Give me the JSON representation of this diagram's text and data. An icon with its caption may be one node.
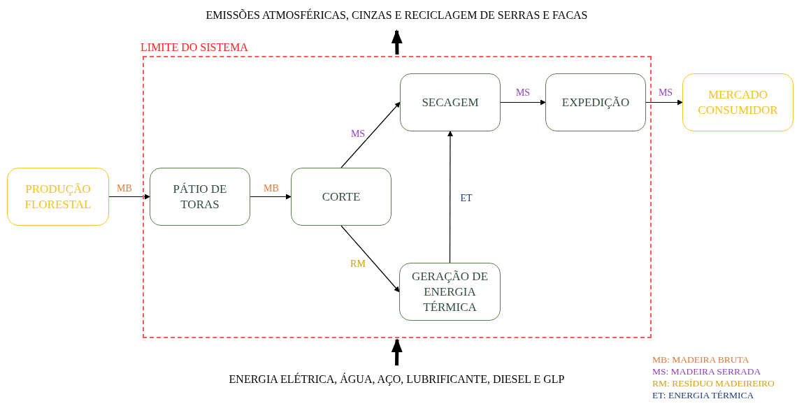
{
  "diagram": {
    "nodes": [
      {
        "text": [
          "EMISSÕES ATMOSFÉRICAS, CINZAS E RECICLAGEM DE SERRAS E FACAS"
        ]
      },
      {
        "text": [
          "LIMITE DO SISTEMA"
        ]
      },
      {
        "text": [
          "PRODUÇÃO FLORESTAL"
        ]
      },
      {
        "text": [
          "PÁTIO DE TORAS"
        ],
        "in": 1
      },
      {
        "text": [
          "CORTE"
        ],
        "in": 1
      },
      {
        "text": [
          "SECAGEM"
        ],
        "in": 1
      },
      {
        "text": [
          "EXPEDIÇÃO"
        ],
        "in": 1
      },
      {
        "text": [
          "MERCADO CONSUMIDOR"
        ]
      },
      {
        "text": [
          "GERAÇÃO DE ENERGIA TÉRMICA"
        ],
        "in": 1
      },
      {
        "text": [
          "ENERGIA ELÉTRICA, ÁGUA, AÇO, LUBRIFICANTE, DIESEL E GLP"
        ]
      }
    ],
    "edges": [
      {
        "from": 1,
        "to": 0,
        "arrow": "to",
        "style": "thick"
      },
      {
        "from": 9,
        "to": 1,
        "arrow": "to",
        "style": "thick"
      },
      {
        "from": 2,
        "to": 3,
        "arrow": "to",
        "label": "MB"
      },
      {
        "from": 3,
        "to": 4,
        "arrow": "to",
        "label": "MB"
      },
      {
        "from": 4,
        "to": 5,
        "arrow": "to",
        "label": "MS"
      },
      {
        "from": 4,
        "to": 8,
        "arrow": "to",
        "label": "RM"
      },
      {
        "from": 8,
        "to": 5,
        "arrow": "to",
        "label": "ET"
      },
      {
        "from": 5,
        "to": 6,
        "arrow": "to",
        "label": "MS"
      },
      {
        "from": 6,
        "to": 7,
        "arrow": "to",
        "label": "MS"
      }
    ],
    "legend": [
      {
        "text": "MB: MADEIRA BRUTA",
        "color": "#e07b39"
      },
      {
        "text": "MS: MADEIRA SERRADA",
        "color": "#8e44c4"
      },
      {
        "text": "RM: RESÍDUO MADEIREIRO",
        "color": "#d4a017"
      },
      {
        "text": "ET: ENERGIA TÉRMICA",
        "color": "#1f3a7a"
      }
    ]
  }
}
